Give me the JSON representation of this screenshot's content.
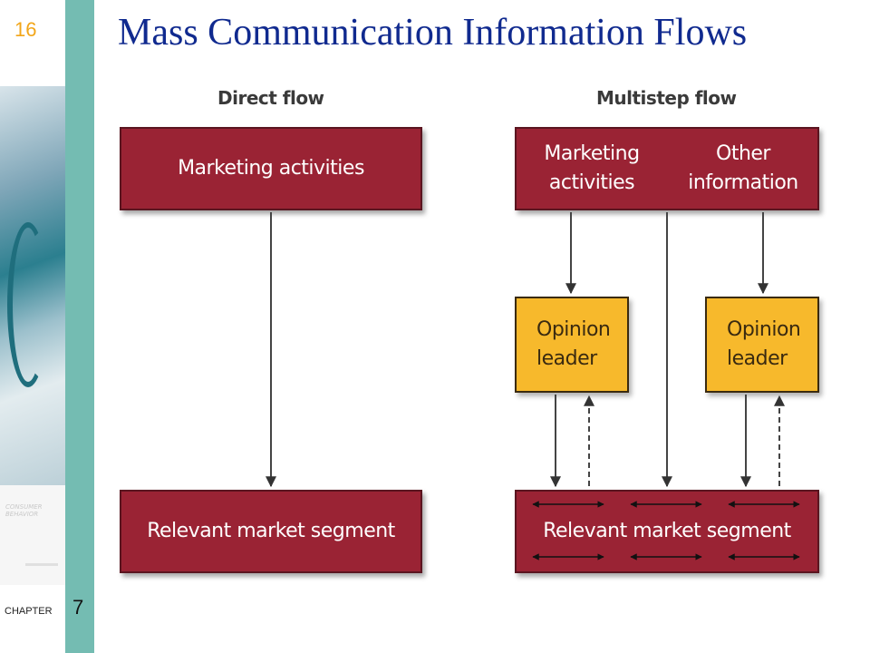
{
  "slide": {
    "number": "16",
    "title": "Mass Communication Information Flows",
    "chapter_label": "CHAPTER",
    "chapter_number": "7",
    "book_title": "CONSUMER BEHAVIOR"
  },
  "colors": {
    "title": "#102a8f",
    "slide_number": "#f2a619",
    "teal_bar": "#74bcb2",
    "red_box": "#9a2334",
    "yellow_box": "#f7b92c"
  },
  "direct_flow": {
    "label": "Direct flow",
    "source": "Marketing activities",
    "target": "Relevant market segment"
  },
  "multistep_flow": {
    "label": "Multistep flow",
    "source_left": [
      "Marketing",
      "activities"
    ],
    "source_right": [
      "Other",
      "information"
    ],
    "leader_left": [
      "Opinion",
      "leader"
    ],
    "leader_right": [
      "Opinion",
      "leader"
    ],
    "target": "Relevant market segment"
  }
}
